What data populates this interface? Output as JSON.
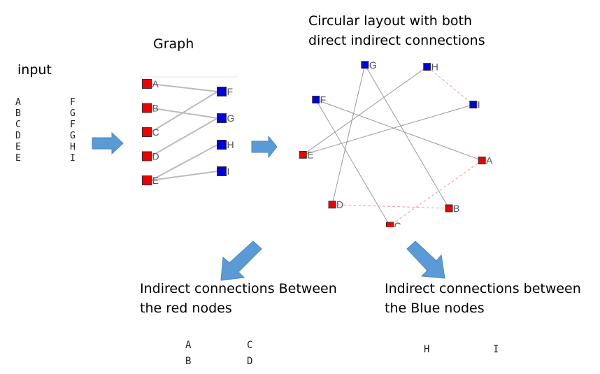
{
  "colors": {
    "red_node": "#ee0000",
    "blue_node": "#0000dd",
    "direct_edge": "#999999",
    "indirect_edge": "#e8a0a0",
    "arrow_fill": "#5b9bd5"
  },
  "input": {
    "title": "input",
    "left_column": [
      "A",
      "B",
      "C",
      "D",
      "E",
      "E"
    ],
    "right_column": [
      "F",
      "G",
      "F",
      "G",
      "H",
      "I"
    ]
  },
  "graph": {
    "title": "Graph",
    "red_nodes": [
      "A",
      "B",
      "C",
      "D",
      "E"
    ],
    "blue_nodes": [
      "F",
      "G",
      "H",
      "I"
    ],
    "edges": [
      [
        "A",
        "F"
      ],
      [
        "B",
        "G"
      ],
      [
        "C",
        "F"
      ],
      [
        "D",
        "G"
      ],
      [
        "E",
        "H"
      ],
      [
        "E",
        "I"
      ]
    ]
  },
  "circular": {
    "title_line1": "Circular layout with both",
    "title_line2": "direct indirect connections",
    "nodes": [
      {
        "id": "G",
        "group": "blue"
      },
      {
        "id": "H",
        "group": "blue"
      },
      {
        "id": "F",
        "group": "blue"
      },
      {
        "id": "I",
        "group": "blue"
      },
      {
        "id": "A",
        "group": "red"
      },
      {
        "id": "E",
        "group": "red"
      },
      {
        "id": "D",
        "group": "red"
      },
      {
        "id": "C",
        "group": "red"
      },
      {
        "id": "B",
        "group": "red"
      }
    ],
    "direct_edges": [
      [
        "A",
        "F"
      ],
      [
        "B",
        "G"
      ],
      [
        "C",
        "F"
      ],
      [
        "D",
        "G"
      ],
      [
        "E",
        "H"
      ],
      [
        "E",
        "I"
      ]
    ],
    "indirect_edges": [
      [
        "H",
        "I"
      ],
      [
        "A",
        "C"
      ],
      [
        "B",
        "D"
      ]
    ]
  },
  "red_result": {
    "title_line1": "Indirect connections Between",
    "title_line2": "the red nodes",
    "pairs": [
      [
        "A",
        "C"
      ],
      [
        "B",
        "D"
      ]
    ]
  },
  "blue_result": {
    "title_line1": "Indirect connections between",
    "title_line2": "the Blue nodes",
    "pairs": [
      [
        "H",
        "I"
      ]
    ]
  },
  "icons": {
    "arrow_1": "arrow-right-icon",
    "arrow_2": "arrow-right-icon",
    "arrow_3": "arrow-down-left-icon",
    "arrow_4": "arrow-down-right-icon"
  }
}
